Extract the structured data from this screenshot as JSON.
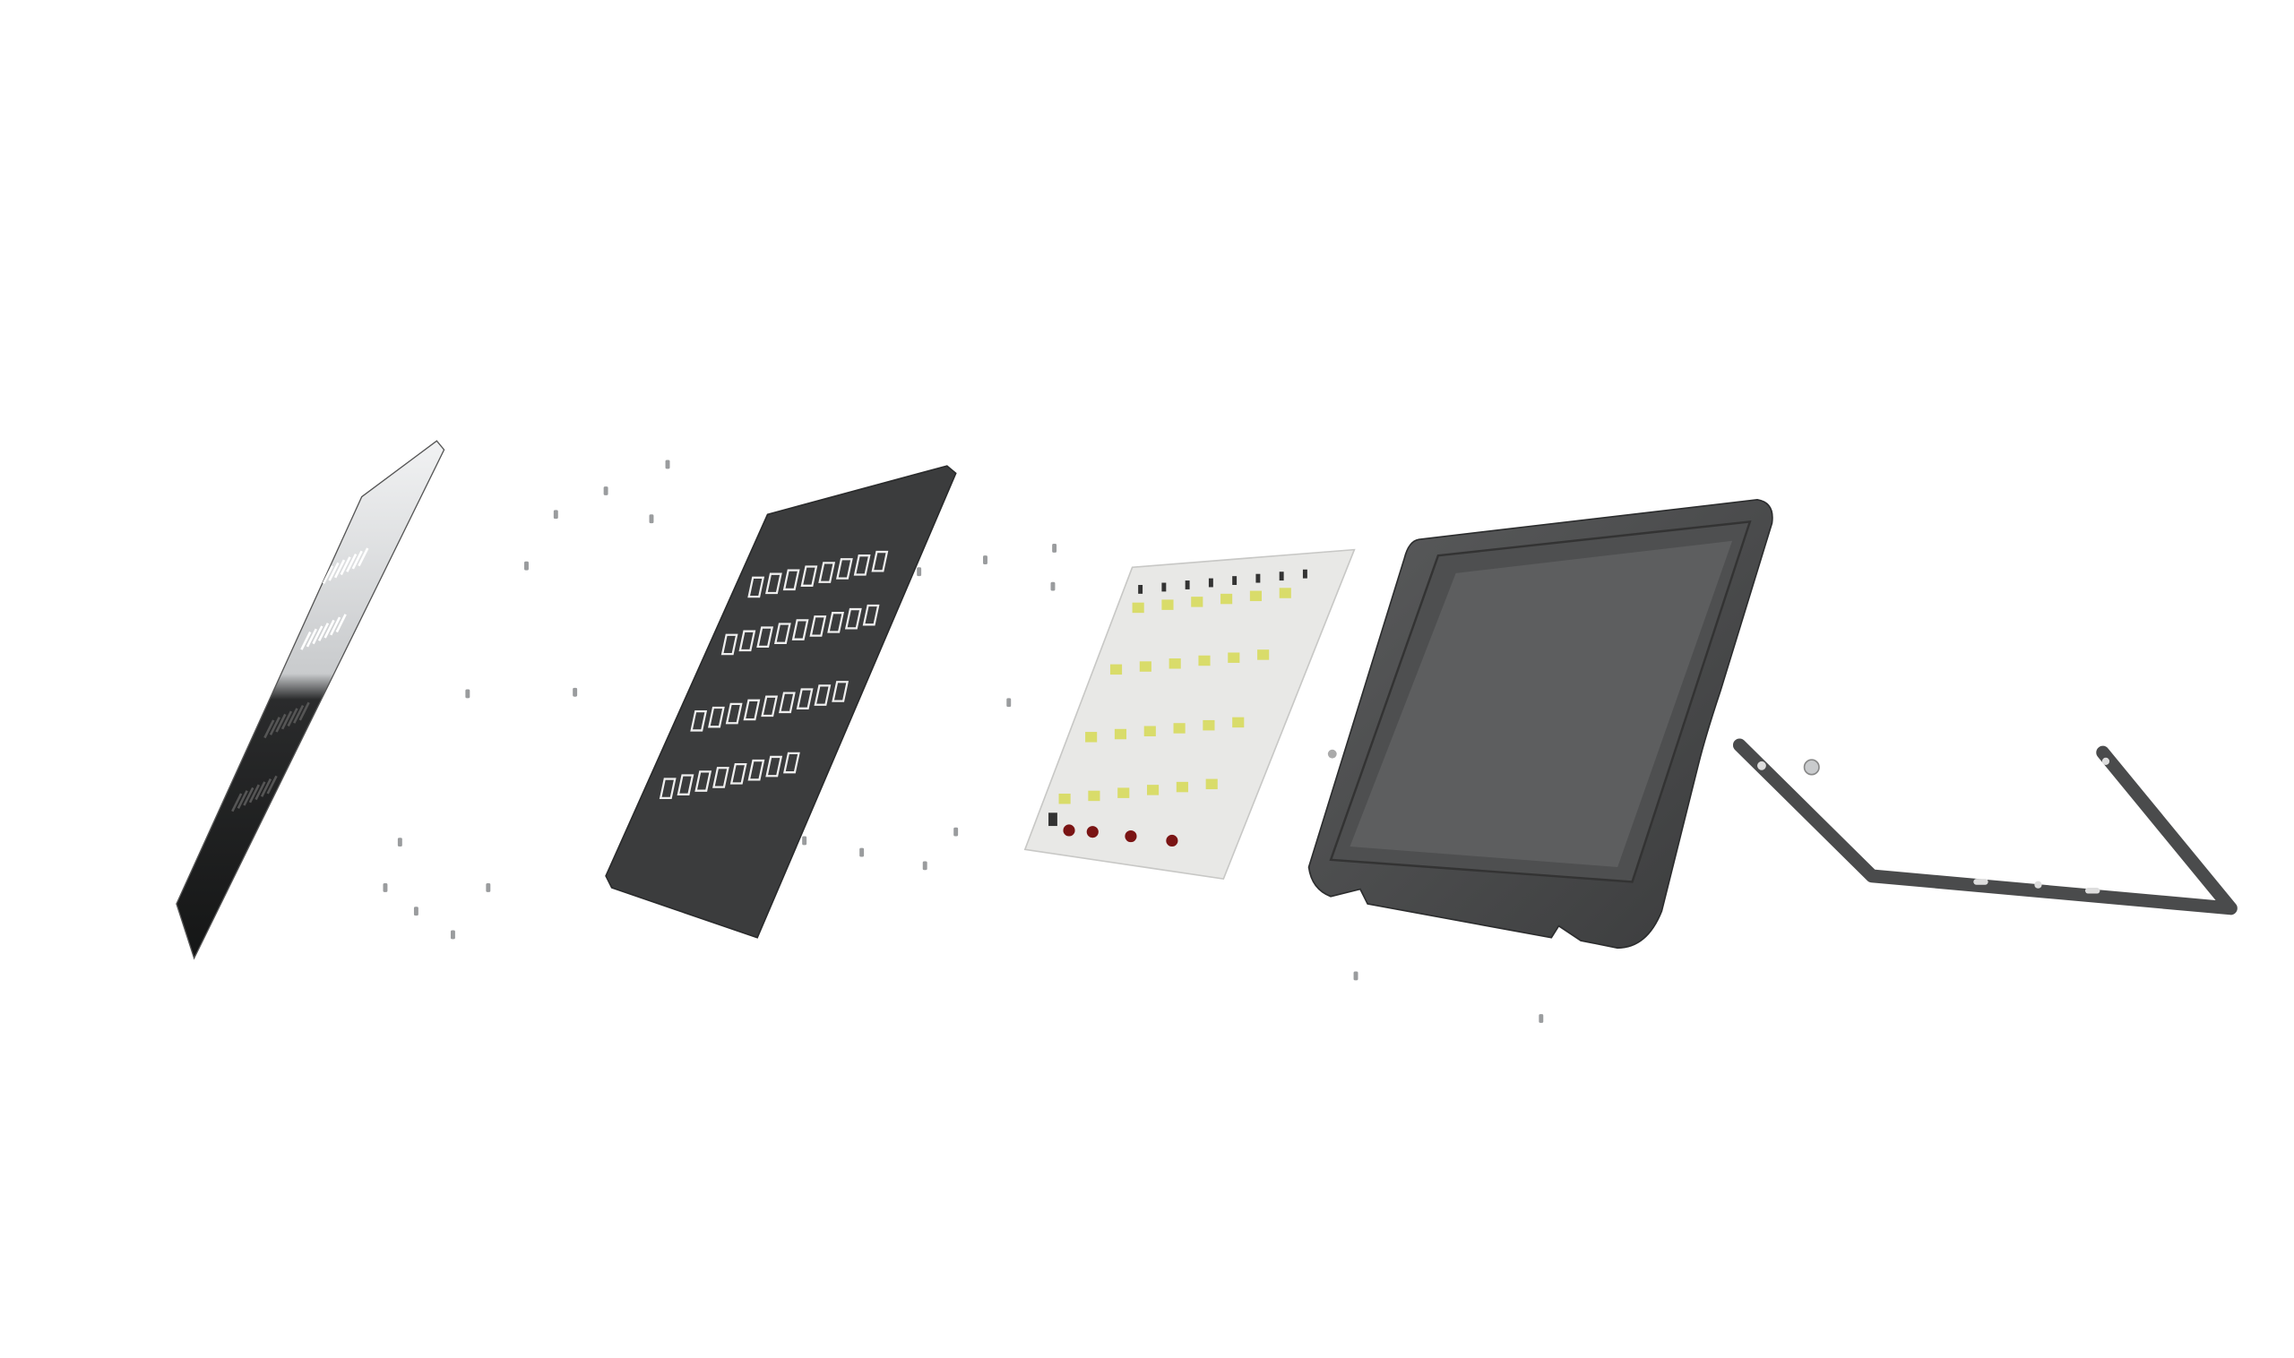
{
  "title": "",
  "colors": {
    "background": "#ffffff",
    "housing": "#4a4b4c",
    "housing_inner": "#5a5b5c",
    "reflector_plate": "#3b3c3d",
    "pcb": "#e6e6e4",
    "led": "#d9dc6a",
    "glass_light": "#d4d6d8",
    "glass_dark": "#1e1f20",
    "bracket": "#4a4b4c",
    "screw": "#9a9c9e"
  },
  "parts": [
    "glass-lens",
    "reflector-plate",
    "led-pcb",
    "housing",
    "mounting-bracket"
  ]
}
